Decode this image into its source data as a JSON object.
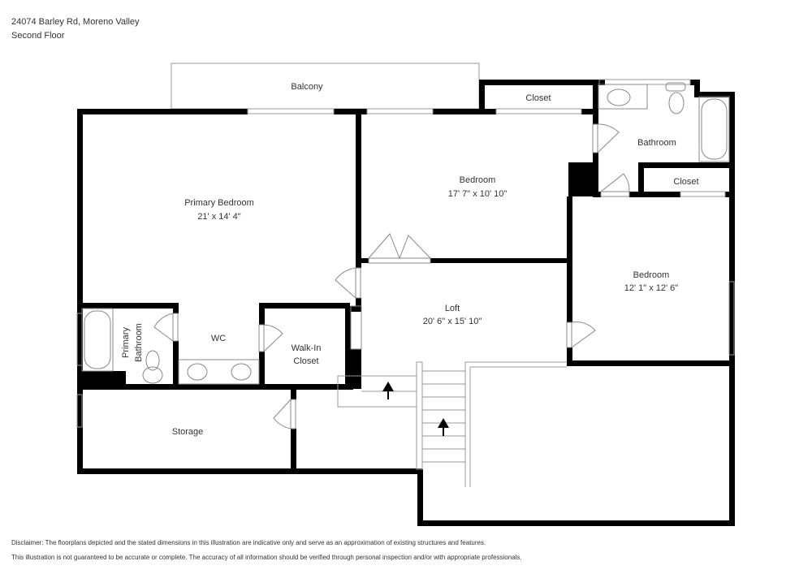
{
  "header": {
    "address": "24074 Barley Rd, Moreno Valley",
    "floor": "Second Floor"
  },
  "rooms": {
    "balcony": {
      "name": "Balcony"
    },
    "closet_top": {
      "name": "Closet"
    },
    "bathroom": {
      "name": "Bathroom"
    },
    "closet_right": {
      "name": "Closet"
    },
    "primary_bedroom": {
      "name": "Primary Bedroom",
      "dims": "21' x 14' 4\""
    },
    "bedroom_center": {
      "name": "Bedroom",
      "dims": "17' 7\" x 10' 10\""
    },
    "bedroom_right": {
      "name": "Bedroom",
      "dims": "12' 1\" x 12' 6\""
    },
    "primary_bathroom": {
      "name_line1": "Primary",
      "name_line2": "Bathroom"
    },
    "wc": {
      "name": "WC"
    },
    "walk_in_closet": {
      "name_line1": "Walk-In",
      "name_line2": "Closet"
    },
    "loft": {
      "name": "Loft",
      "dims": "20' 6\" x 15' 10\""
    },
    "storage": {
      "name": "Storage"
    }
  },
  "disclaimer": {
    "line1": "Disclaimer: The floorplans depicted and the stated dimensions in this illustration are indicative only and serve as an approximation of existing structures and features.",
    "line2": "This illustration is not guaranteed to be accurate or complete. The accuracy of all information should be verified through personal inspection and/or with appropriate professionals."
  },
  "colors": {
    "wall": "#000000",
    "thin_line": "#999999",
    "text": "#333333",
    "background": "#ffffff"
  }
}
